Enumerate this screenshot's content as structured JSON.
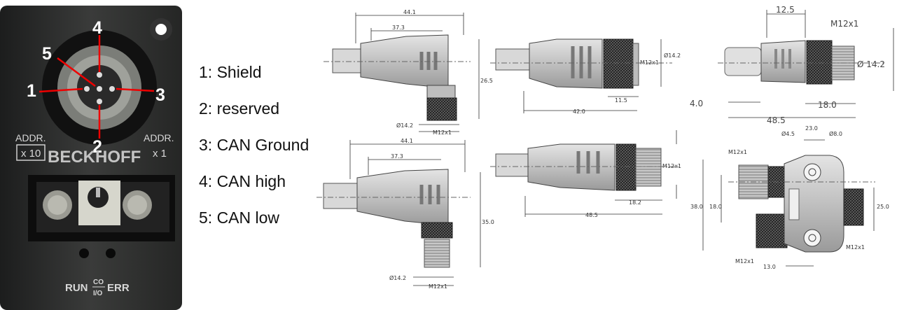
{
  "device": {
    "brand": "BECKHOFF",
    "addr_left_label": "ADDR.",
    "addr_left_mult": "x 10",
    "addr_right_label": "ADDR.",
    "addr_right_mult": "x 1",
    "led_run": "RUN",
    "led_co": "CO",
    "led_io": "I/O",
    "led_err": "ERR",
    "pins": [
      "1",
      "2",
      "3",
      "4",
      "5"
    ]
  },
  "pinout": [
    {
      "label": "1: Shield"
    },
    {
      "label": "2: reserved"
    },
    {
      "label": "3: CAN Ground"
    },
    {
      "label": "4: CAN high"
    },
    {
      "label": "5: CAN low"
    }
  ],
  "drawings": {
    "a": {
      "d1": "44.1",
      "d2": "37.3",
      "d3": "26.5",
      "d4": "Ø14.2",
      "d5": "M12x1"
    },
    "b": {
      "d1": "Ø14.2",
      "d2": "M12x1",
      "d3": "11.5",
      "d4": "42.0"
    },
    "c": {
      "d1": "12.5",
      "d2": "M12x1",
      "d3": "Ø 14.2",
      "d4": "4.0",
      "d5": "18.0",
      "d6": "48.5"
    },
    "d": {
      "d1": "44.1",
      "d2": "37.3",
      "d3": "35.0",
      "d4": "Ø14.2",
      "d5": "M12x1"
    },
    "e": {
      "d1": "M12x1",
      "d2": "18.2",
      "d3": "48.5"
    },
    "f": {
      "d1": "Ø4.5",
      "d2": "23.0",
      "d3": "Ø8.0",
      "d4": "M12x1",
      "d5": "38.0",
      "d6": "18.0",
      "d7": "25.0",
      "d8": "M12x1",
      "d9": "M12x1",
      "d10": "13.0"
    }
  }
}
